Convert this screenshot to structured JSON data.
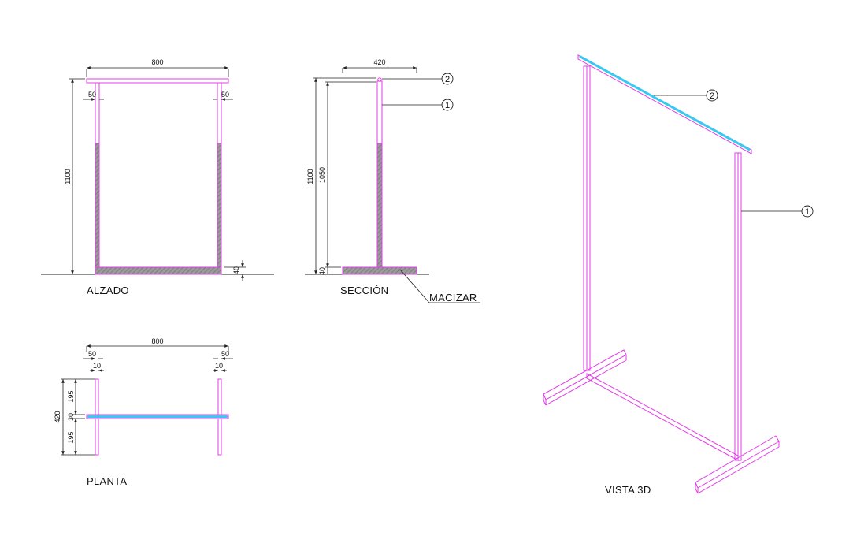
{
  "views": {
    "alzado": {
      "title": "ALZADO",
      "dim_width": "800",
      "dim_left_post": "50",
      "dim_right_post": "50",
      "dim_height": "1100",
      "dim_base": "40"
    },
    "seccion": {
      "title": "SECCIÓN",
      "dim_depth": "420",
      "dim_height_total": "1100",
      "dim_height_post": "1050",
      "dim_base": "40",
      "callout_bar": "2",
      "callout_post": "1",
      "fill_note": "MACIZAR"
    },
    "planta": {
      "title": "PLANTA",
      "dim_width": "800",
      "dim_left_outer": "50",
      "dim_right_outer": "50",
      "dim_left_inner": "10",
      "dim_right_inner": "10",
      "dim_depth": "420",
      "dim_top": "195",
      "dim_mid": "30",
      "dim_bottom": "195"
    },
    "vista3d": {
      "title": "VISTA 3D",
      "callout_bar": "2",
      "callout_post": "1"
    }
  },
  "colors": {
    "frame": "#e23ce8",
    "bar": "#38c9f2",
    "dimension": "#222222",
    "hatch": "#8a8a8a"
  }
}
